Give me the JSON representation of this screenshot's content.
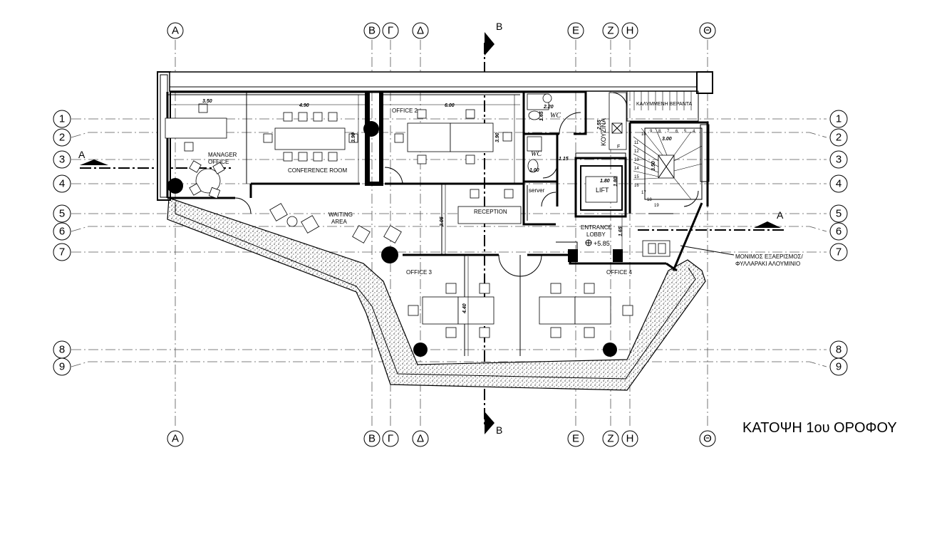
{
  "title": "ΚΑΤΟΨΗ 1ου ΟΡΟΦΟΥ",
  "grid_letters": [
    "Α",
    "Β",
    "Γ",
    "Δ",
    "Ε",
    "Ζ",
    "Η",
    "Θ"
  ],
  "grid_numbers": [
    "1",
    "2",
    "3",
    "4",
    "5",
    "6",
    "7",
    "8",
    "9"
  ],
  "section_marks": {
    "a": "A",
    "b": "B"
  },
  "rooms": {
    "manager_office": "MANAGER OFFICE",
    "conference_room": "CONFERENCE ROOM",
    "office_2": "OFFICE 2",
    "office_3": "OFFICE 3",
    "office_4": "OFFICE 4",
    "wc_1": "WC",
    "wc_2": "WC",
    "server": "server",
    "kitchen": "ΚΟΥΖΙΝΑ",
    "lift": "LIFT",
    "reception": "RECEPTION",
    "waiting_area": "WAITING AREA",
    "entrance_lobby": "ENTRANCE LOBBY",
    "entrance_level": "+5.85",
    "covered_veranda": "ΚΑΛΥΜΜΕΝΗ ΒΕΡΑΝΤΑ"
  },
  "dimensions": {
    "manager_width": "3.50",
    "conference_width": "4.90",
    "conference_depth": "3.90",
    "office2_width": "6.00",
    "office2_depth": "3.90",
    "wc_width": "2.20",
    "wc_depth": "1.65",
    "wc2_width": "1.00",
    "corridor": "1.15",
    "kitchen_depth": "2.55",
    "lift_width": "1.80",
    "lift_depth": "1.80",
    "stair_width": "3.00",
    "stair_depth": "3.50",
    "reception_depth": "3.05",
    "lobby_depth": "1.65",
    "office3_depth": "4.40"
  },
  "kitchen_fridge": "F",
  "stair_steps": [
    "11",
    "12",
    "13",
    "14",
    "15",
    "16",
    "17",
    "18",
    "19",
    "10",
    "9",
    "8",
    "7",
    "6",
    "5",
    "4"
  ],
  "annotation": "ΜΟΝΙΜΟΣ ΕΞΑΕΡΙΣΜΟΣ/ ΦΥΛΛΑΡΑΚΙ ΑΛΟΥΜΙΝΙΟ"
}
